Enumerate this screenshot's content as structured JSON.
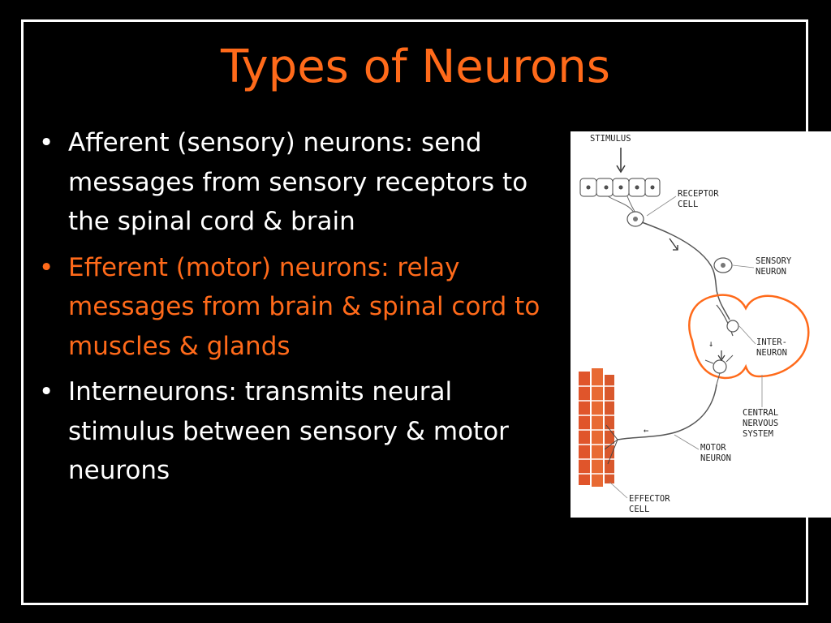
{
  "slide": {
    "title": "Types of Neurons",
    "bullets": [
      {
        "text": "Afferent (sensory) neurons: send messages from sensory receptors to the spinal cord & brain"
      },
      {
        "text": "Efferent (motor) neurons: relay messages from brain & spinal cord to muscles & glands"
      },
      {
        "text": "Interneurons: transmits neural stimulus between sensory & motor neurons"
      }
    ],
    "bullet_glyph": "•",
    "colors": {
      "background": "#000000",
      "title": "#ff6a1a",
      "text": "#ffffff",
      "accent": "#ff6a1a"
    }
  },
  "diagram": {
    "labels": {
      "stimulus": "STIMULUS",
      "receptor_1": "RECEPTOR",
      "receptor_2": "CELL",
      "sensory_1": "SENSORY",
      "sensory_2": "NEURON",
      "inter_1": "INTER-",
      "inter_2": "NEURON",
      "cns_1": "CENTRAL",
      "cns_2": "NERVOUS",
      "cns_3": "SYSTEM",
      "motor_1": "MOTOR",
      "motor_2": "NEURON",
      "effector_1": "EFFECTOR",
      "effector_2": "CELL"
    },
    "arrow_glyph": "↓",
    "left_arrow_glyph": "←"
  }
}
